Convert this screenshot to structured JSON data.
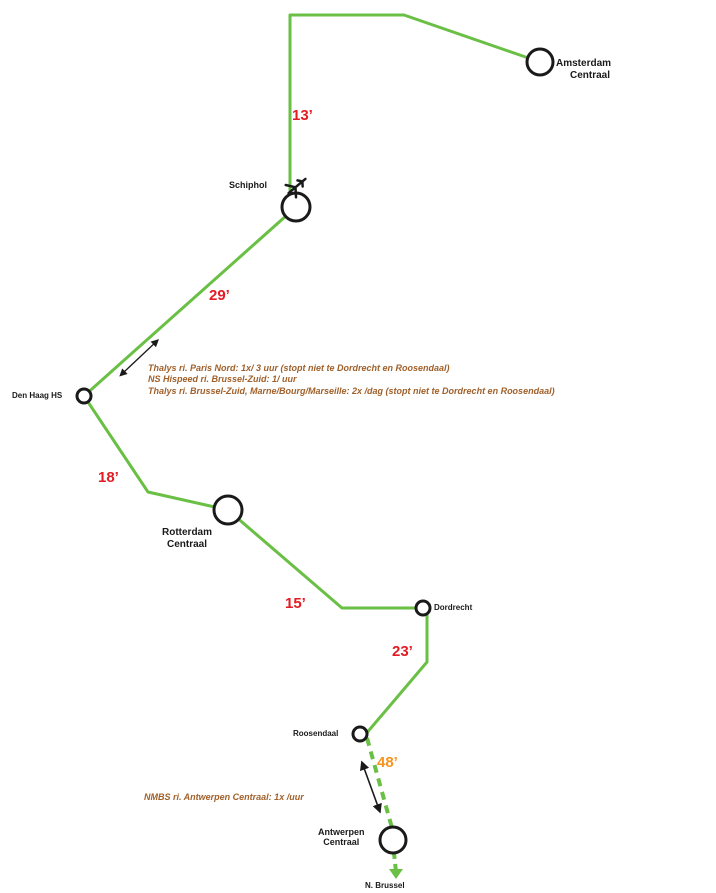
{
  "stations": {
    "amsterdam": {
      "line1": "Amsterdam",
      "line2": "Centraal"
    },
    "schiphol": "Schiphol",
    "den_haag": "Den Haag HS",
    "rotterdam": {
      "line1": "Rotterdam",
      "line2": "Centraal"
    },
    "dordrecht": "Dordrecht",
    "roosendaal": "Roosendaal",
    "antwerpen": {
      "line1": "Antwerpen",
      "line2": "Centraal"
    },
    "brussel": "N. Brussel"
  },
  "travel_times": {
    "amsterdam_schiphol": "13’",
    "schiphol_denhaag": "29’",
    "denhaag_rotterdam": "18’",
    "rotterdam_dordrecht": "15’",
    "dordrecht_roosendaal": "23’",
    "roosendaal_antwerpen": "48’"
  },
  "notes": {
    "thalys_paris": "Thalys ri. Paris Nord: 1x/ 3 uur (stopt niet te Dordrecht en Roosendaal)",
    "ns_hispeed": "NS Hispeed ri. Brussel-Zuid: 1/ uur",
    "thalys_brussel": "Thalys ri. Brussel-Zuid, Marne/Bourg/Marseille: 2x /dag (stopt niet te Dordrecht en Roosendaal)",
    "nmbs": "NMBS ri. Antwerpen Centraal: 1x /uur"
  },
  "colors": {
    "line": "#6abf45",
    "time": "#e31b23",
    "time_highlight": "#f7931e",
    "note": "#a0602a",
    "station_ring": "#1a1a1a"
  },
  "icons": {
    "airport": "airplane-icon",
    "frequency": "double-arrow-icon"
  }
}
